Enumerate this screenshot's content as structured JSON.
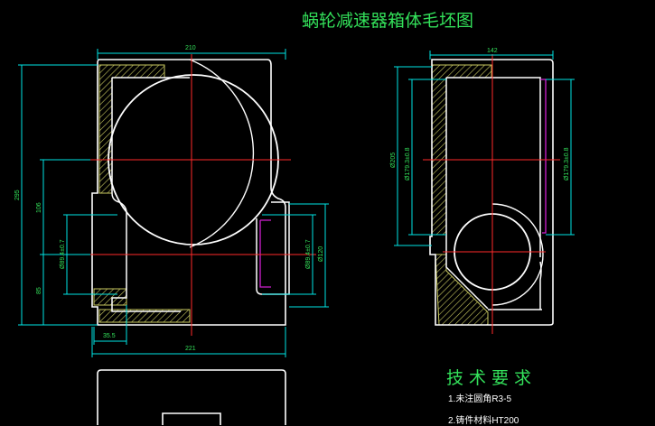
{
  "drawing": {
    "title": "蜗轮减速器箱体毛坯图",
    "colors": {
      "background": "#000000",
      "outline": "#ffffff",
      "dimension": "#00e5e5",
      "dimension_text": "#33e05a",
      "centerline": "#ff2a2a",
      "hidden": "#d020d0",
      "hatch": "#c8c860"
    }
  },
  "front_view": {
    "dimensions": {
      "top_width": "210",
      "bottom_width": "221",
      "total_height": "295",
      "upper_height": "106",
      "lower_height": "85",
      "left_bore": "Ø89.4±0.7",
      "right_bore": "Ø89.4±0.7",
      "right_outer": "Ø120",
      "base_offset": "35.5"
    }
  },
  "side_view": {
    "dimensions": {
      "top_width": "142",
      "outer_height": "Ø205",
      "inner_height_left": "Ø179.3±0.8",
      "inner_height_right": "Ø179.3±0.8"
    }
  },
  "technical_requirements": {
    "title": "技术要求",
    "items": [
      "1.未注圆角R3-5",
      "2.铸件材料HT200"
    ]
  }
}
